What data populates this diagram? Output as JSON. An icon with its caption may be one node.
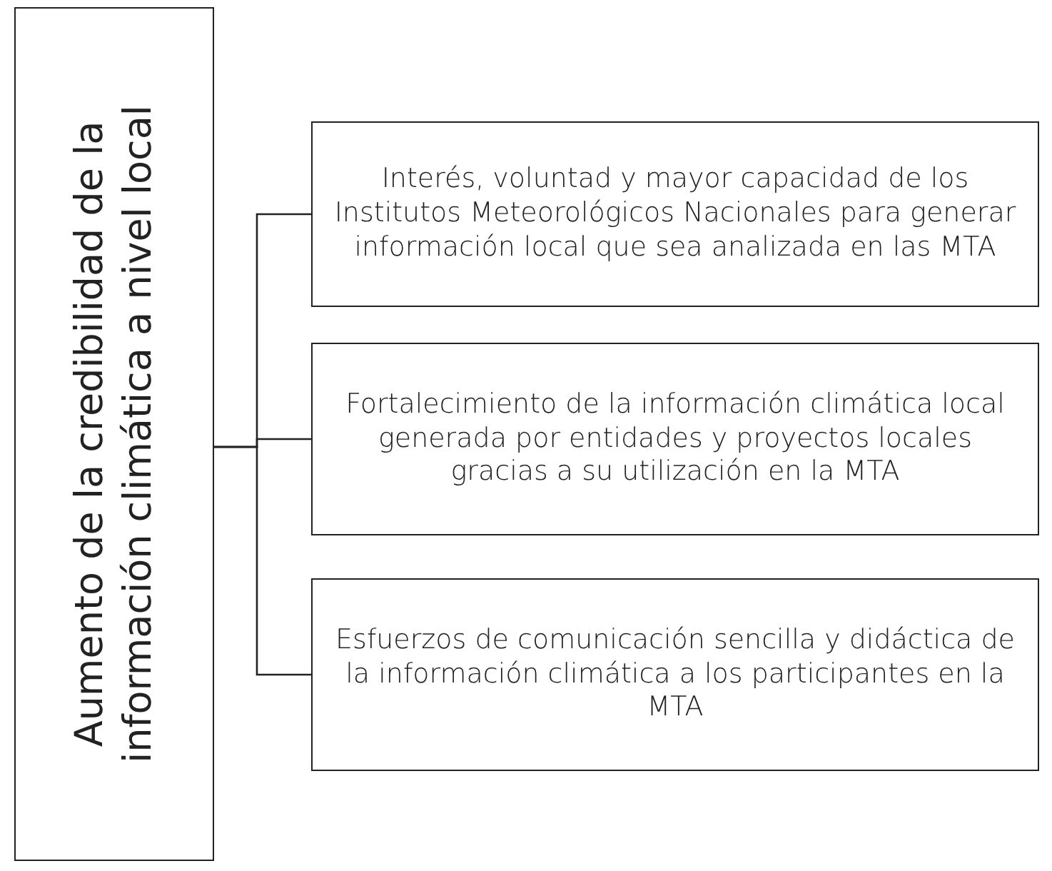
{
  "diagram": {
    "nodes": [
      {
        "text": [
          "Aumento de la credibilidad de la información climática a nivel local"
        ]
      },
      {
        "text": [
          "Interés, voluntad y mayor capacidad de los Institutos Meteorológicos Nacionales para generar información local que sea analizada en las MTA"
        ]
      },
      {
        "text": [
          "Fortalecimiento de la información climática local generada por entidades y proyectos locales gracias a su utilización en la MTA"
        ]
      },
      {
        "text": [
          "Esfuerzos de comunicación sencilla y didáctica de la información climática a los participantes en la MTA"
        ]
      }
    ],
    "edges": [
      {
        "from": 0,
        "to": 1,
        "arrow": "none"
      },
      {
        "from": 0,
        "to": 2,
        "arrow": "none"
      },
      {
        "from": 0,
        "to": 3,
        "arrow": "none"
      }
    ]
  }
}
